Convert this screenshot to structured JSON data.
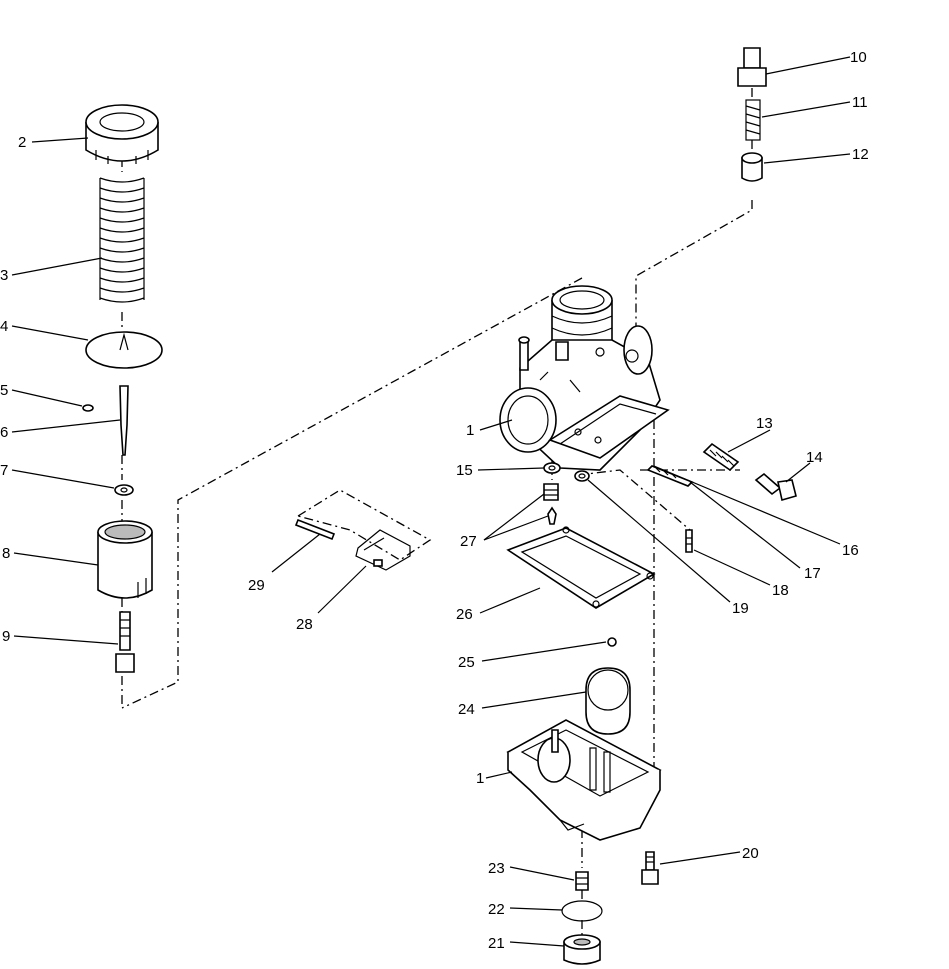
{
  "diagram": {
    "labels": {
      "l1a": "1",
      "l1b": "1",
      "l2": "2",
      "l3": "3",
      "l4": "4",
      "l5": "5",
      "l6": "6",
      "l7": "7",
      "l8": "8",
      "l9": "9",
      "l10": "10",
      "l11": "11",
      "l12": "12",
      "l13": "13",
      "l14": "14",
      "l15": "15",
      "l16": "16",
      "l17": "17",
      "l18": "18",
      "l19": "19",
      "l20": "20",
      "l21": "21",
      "l22": "22",
      "l23": "23",
      "l24": "24",
      "l25": "25",
      "l26": "26",
      "l27": "27",
      "l28": "28",
      "l29": "29"
    }
  }
}
